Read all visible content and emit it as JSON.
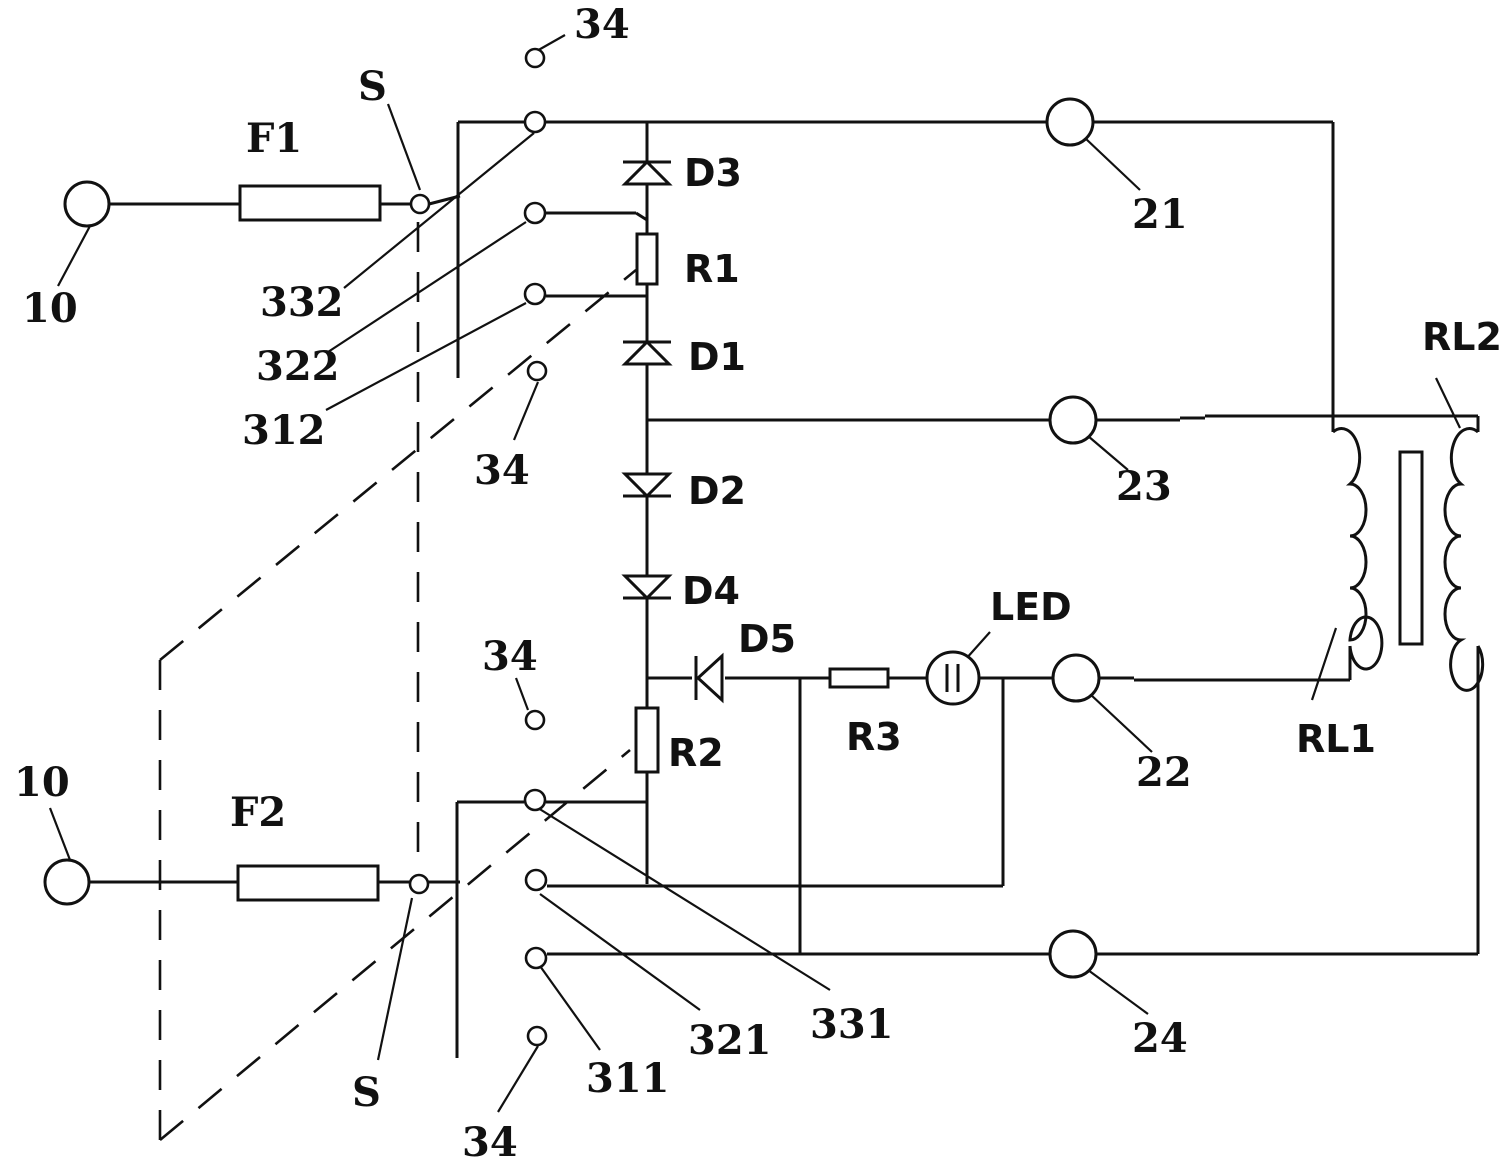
{
  "labels": {
    "f1": "F1",
    "f2": "F2",
    "s_top": "S",
    "s_bottom": "S",
    "t10_top": "10",
    "t10_bottom": "10",
    "t21": "21",
    "t22": "22",
    "t23": "23",
    "t24": "24",
    "t34_top": "34",
    "t34_mid": "34",
    "t34_low": "34",
    "t34_bottom": "34",
    "t332": "332",
    "t322": "322",
    "t312": "312",
    "t331": "331",
    "t321": "321",
    "t311": "311",
    "d1": "D1",
    "d2": "D2",
    "d3": "D3",
    "d4": "D4",
    "d5": "D5",
    "r1": "R1",
    "r2": "R2",
    "r3": "R3",
    "led": "LED",
    "rl1": "RL1",
    "rl2": "RL2"
  }
}
